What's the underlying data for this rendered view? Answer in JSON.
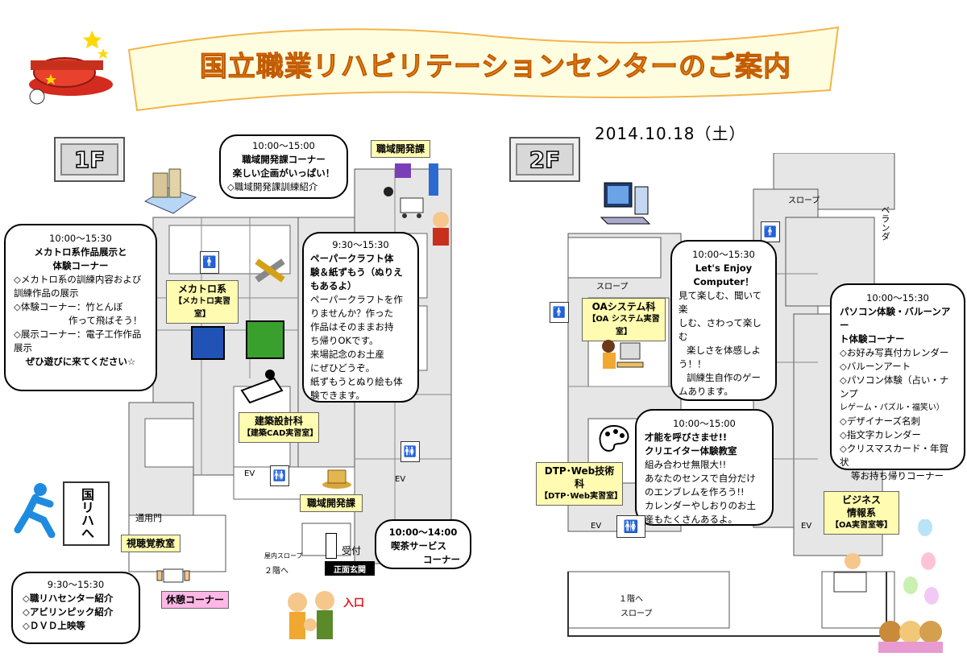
{
  "title": "国立職業リハビリテーションセンターのご案内",
  "date": "2014.10.18（土）",
  "floor1": {
    "tag": "1F",
    "mechatronics_bubble": {
      "time": "10:00〜15:30",
      "heading1": "メカトロ系作品展示と",
      "heading2": "体験コーナー",
      "line1": "◇メカトロ系の訓練内容および",
      "line2": "訓練作品の展示",
      "line3": "◇体験コーナー：竹とんぼ",
      "line4": "作って飛ばそう！",
      "line5": "◇展示コーナー：電子工作作品",
      "line6": "展示",
      "line7": "ぜひ遊びに来てください☆"
    },
    "shokuiki_top_bubble": {
      "time": "10:00〜15:00",
      "line1": "職域開発課コーナー",
      "line2": "楽しい企画がいっぱい！",
      "line3": "◇職域開発課訓練紹介"
    },
    "papercraft_bubble": {
      "time": "9:30〜15:30",
      "line1": "ペーパークラフト体",
      "line2": "験＆紙ずもう（ぬりえ",
      "line3": "もあるよ）",
      "line4": "ペーパークラフトを作",
      "line5": "りませんか？作った",
      "line6": "作品はそのままお持",
      "line7": "ち帰りOKです。",
      "line8": "来場記念のお土産",
      "line9": "にぜひどうぞ。",
      "line10": "紙ずもうとぬり絵も体",
      "line11": "験できます。"
    },
    "cafe_bubble": {
      "time": "10:00〜14:00",
      "line1": "喫茶サービス",
      "line2": "コーナー"
    },
    "av_bubble": {
      "time": "9:30〜15:30",
      "line1": "◇職リハセンター紹介",
      "line2": "◇アビリンピック紹介",
      "line3": "◇ＤＶＤ上映等"
    },
    "labels": {
      "shokuiki_top": "職域開発課",
      "mechatronics1": "メカトロ系",
      "mechatronics2": "【メカトロ実習室】",
      "architecture1": "建築設計科",
      "architecture2": "【建築CAD実習室】",
      "shokuiki_bottom": "職域開発課",
      "av_room": "視聴覚教室",
      "rest": "休憩コーナー",
      "entrance": "正面玄関",
      "reception": "受付",
      "gate": "通用門",
      "indoor_slope": "屋内スロープ",
      "to_2f": "２階へ",
      "entry": "入口",
      "ev": "EV",
      "direction": "国リハへ"
    }
  },
  "floor2": {
    "tag": "2F",
    "oa_bubble": {
      "time": "10:00〜15:30",
      "line1": "Let's Enjoy",
      "line2": "Computer！",
      "line3": "見て楽しむ、聞いて楽",
      "line4": "しむ、さわって楽しむ",
      "line5": "楽しさを体感しよ",
      "line6": "う！！",
      "line7": "訓練生自作のゲー",
      "line8": "ムあります。"
    },
    "creator_bubble": {
      "time": "10:00〜15:00",
      "line1": "才能を呼びさませ!!",
      "line2": "クリエイター体験教室",
      "line3": "組み合わせ無限大!!",
      "line4": "あなたのセンスで自分だけ",
      "line5": "のエンブレムを作ろう!!",
      "line6": "カレンダーやしおりのお土",
      "line7": "産もたくさんあるよ。"
    },
    "pc_bubble": {
      "time": "10:00〜15:30",
      "line1": "パソコン体験・バルーンアー",
      "line2": "ト体験コーナー",
      "line3": "◇お好み写真付カレンダー",
      "line4": "◇バルーンアート",
      "line5": "◇パソコン体験（占い・ナンプ",
      "line6": "レゲーム・パズル・福笑い）",
      "line7": "◇デザイナーズ名刺",
      "line8": "◇指文字カレンダー",
      "line9": "◇クリスマスカード・年賀状",
      "line10": "等お持ち帰りコーナー"
    },
    "labels": {
      "oa1": "OAシステム科",
      "oa2": "【OA システム実習室】",
      "dtp1": "DTP･Web技術科",
      "dtp2": "【DTP･Web実習室】",
      "biz1": "ビジネス",
      "biz2": "情報系",
      "biz3": "【OA実習室等】",
      "slope": "スロープ",
      "veranda": "ベランダ",
      "to_1f": "１階へ",
      "ev": "EV"
    }
  }
}
